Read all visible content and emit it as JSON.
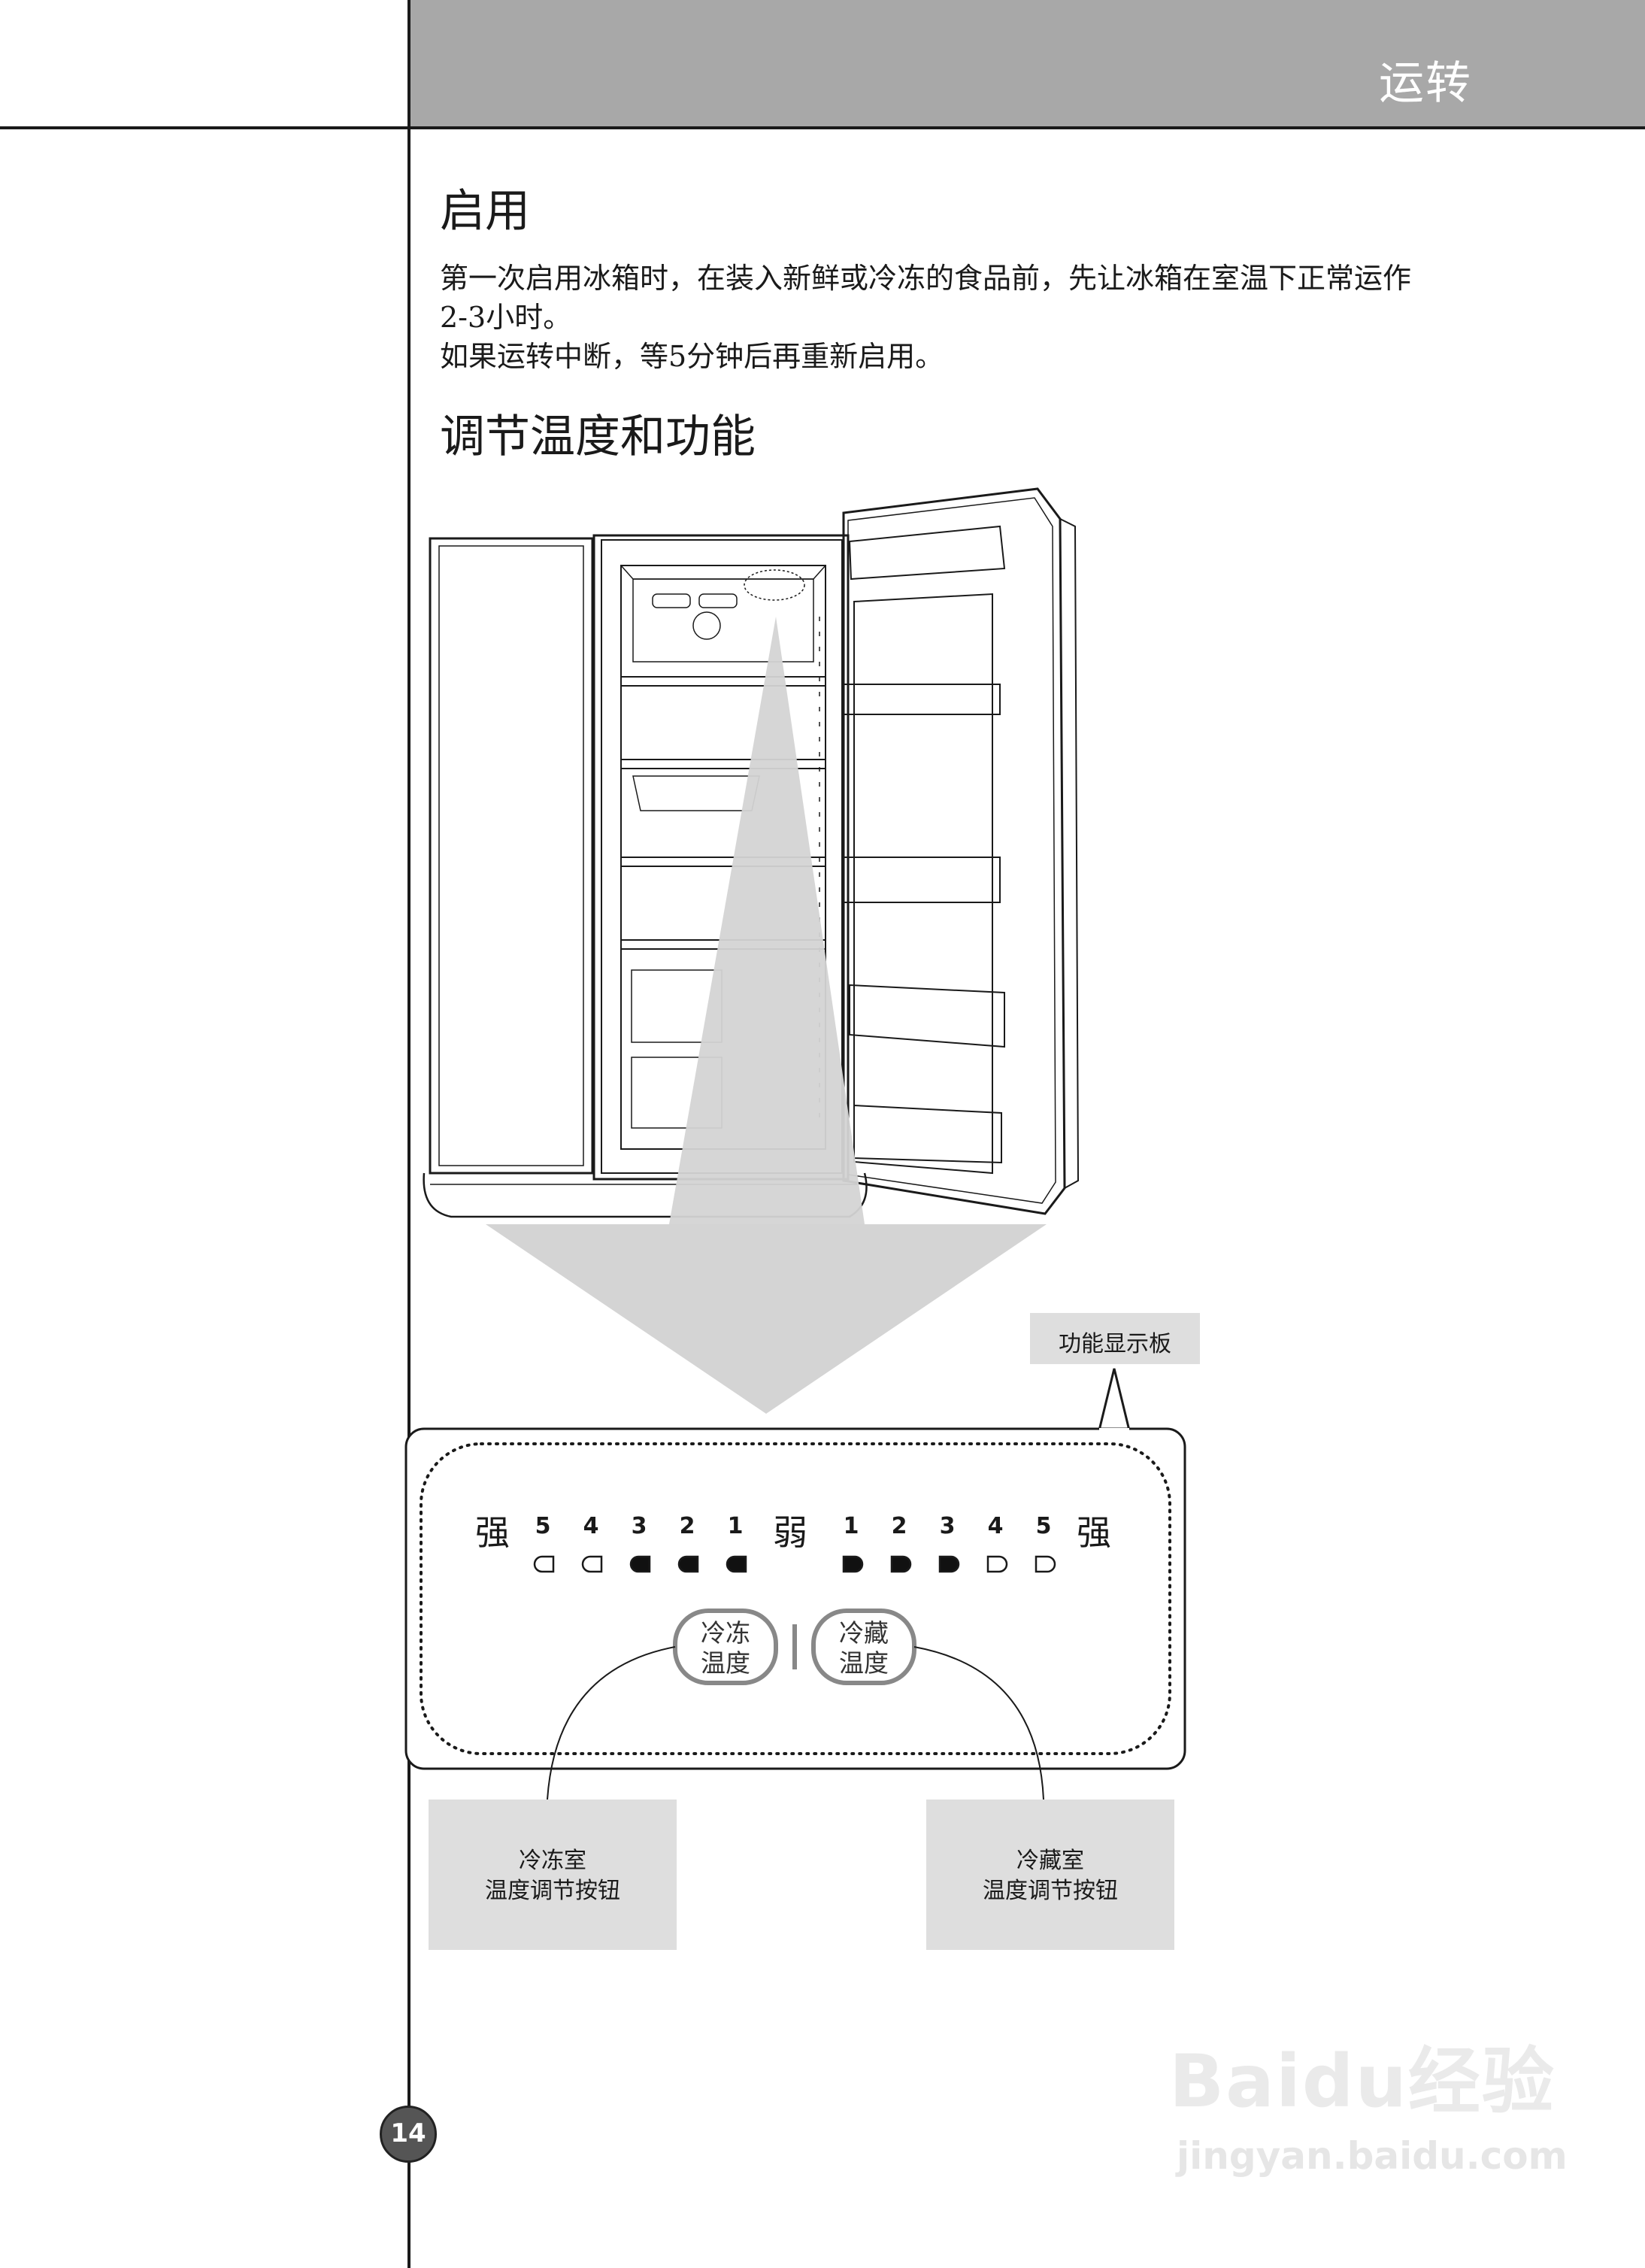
{
  "header": {
    "title": "运转"
  },
  "section_start": {
    "title": "启用",
    "para1_line1": "第一次启用冰箱时，在装入新鲜或冷冻的食品前，先让冰箱在室温下正常运作",
    "para1_line2": "2-3小时。",
    "para2": "如果运转中断，等5分钟后再重新启用。"
  },
  "section_adjust": {
    "title": "调节温度和功能"
  },
  "display_panel": {
    "callout": "功能显示板",
    "strong_left": "强",
    "weak": "弱",
    "strong_right": "强",
    "freezer_levels": [
      "5",
      "4",
      "3",
      "2",
      "1"
    ],
    "freezer_levels_lit": [
      false,
      false,
      true,
      true,
      true
    ],
    "fridge_levels": [
      "1",
      "2",
      "3",
      "4",
      "5"
    ],
    "fridge_levels_lit": [
      true,
      true,
      true,
      false,
      false
    ],
    "freezer_button": {
      "line1": "冷冻",
      "line2": "温度"
    },
    "fridge_button": {
      "line1": "冷藏",
      "line2": "温度"
    }
  },
  "labels": {
    "freezer_line1": "冷冻室",
    "freezer_line2": "温度调节按钮",
    "fridge_line1": "冷藏室",
    "fridge_line2": "温度调节按钮"
  },
  "page": {
    "number": "14"
  },
  "watermark": {
    "logo": "Baidu经验",
    "url": "jingyan.baidu.com"
  },
  "colors": {
    "header_band": "#a8a8a8",
    "callout_box": "#dedede",
    "arrow": "#d4d4d4"
  }
}
